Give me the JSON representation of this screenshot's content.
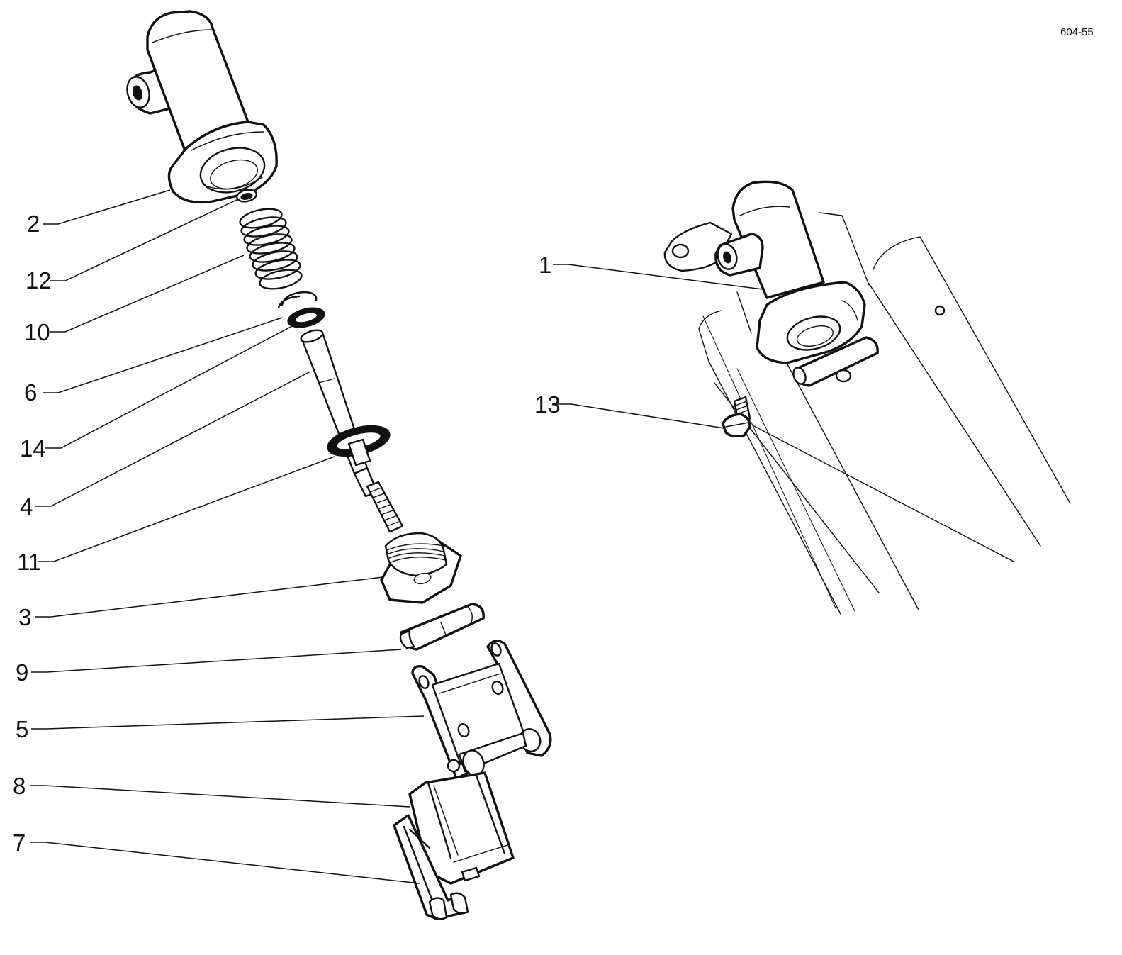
{
  "drawing": {
    "reference_code": "604-55",
    "callouts": [
      {
        "key": "2",
        "label": "2"
      },
      {
        "key": "12",
        "label": "12"
      },
      {
        "key": "10",
        "label": "10"
      },
      {
        "key": "6",
        "label": "6"
      },
      {
        "key": "14",
        "label": "14"
      },
      {
        "key": "4",
        "label": "4"
      },
      {
        "key": "11",
        "label": "11"
      },
      {
        "key": "3",
        "label": "3"
      },
      {
        "key": "9",
        "label": "9"
      },
      {
        "key": "5",
        "label": "5"
      },
      {
        "key": "8",
        "label": "8"
      },
      {
        "key": "7",
        "label": "7"
      },
      {
        "key": "1",
        "label": "1"
      },
      {
        "key": "13",
        "label": "13"
      }
    ]
  }
}
